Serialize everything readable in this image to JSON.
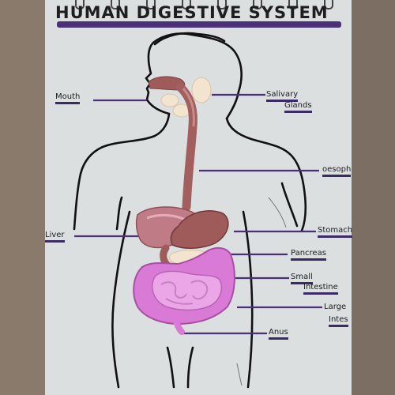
{
  "title": "HUMAN DIGESTIVE SYSTEM",
  "labels": {
    "mouth": "Mouth",
    "salivary_1": "Salivary",
    "salivary_2": "Glands",
    "oesophagus": "oesoph",
    "stomach": "Stomach",
    "liver": "Liver",
    "pancreas": "Pancreas",
    "small_1": "Small",
    "small_2": "Intestine",
    "large_1": "Large",
    "large_2": "Intes",
    "anus": "Anus"
  },
  "colors": {
    "poster": "#dcdfe0",
    "outline": "#111111",
    "pointer": "#4a2f7a",
    "clay_brown": "#9e5b5a",
    "clay_liver": "#c07c86",
    "clay_pink": "#d97ad6",
    "clay_cream": "#f3e4cf"
  }
}
